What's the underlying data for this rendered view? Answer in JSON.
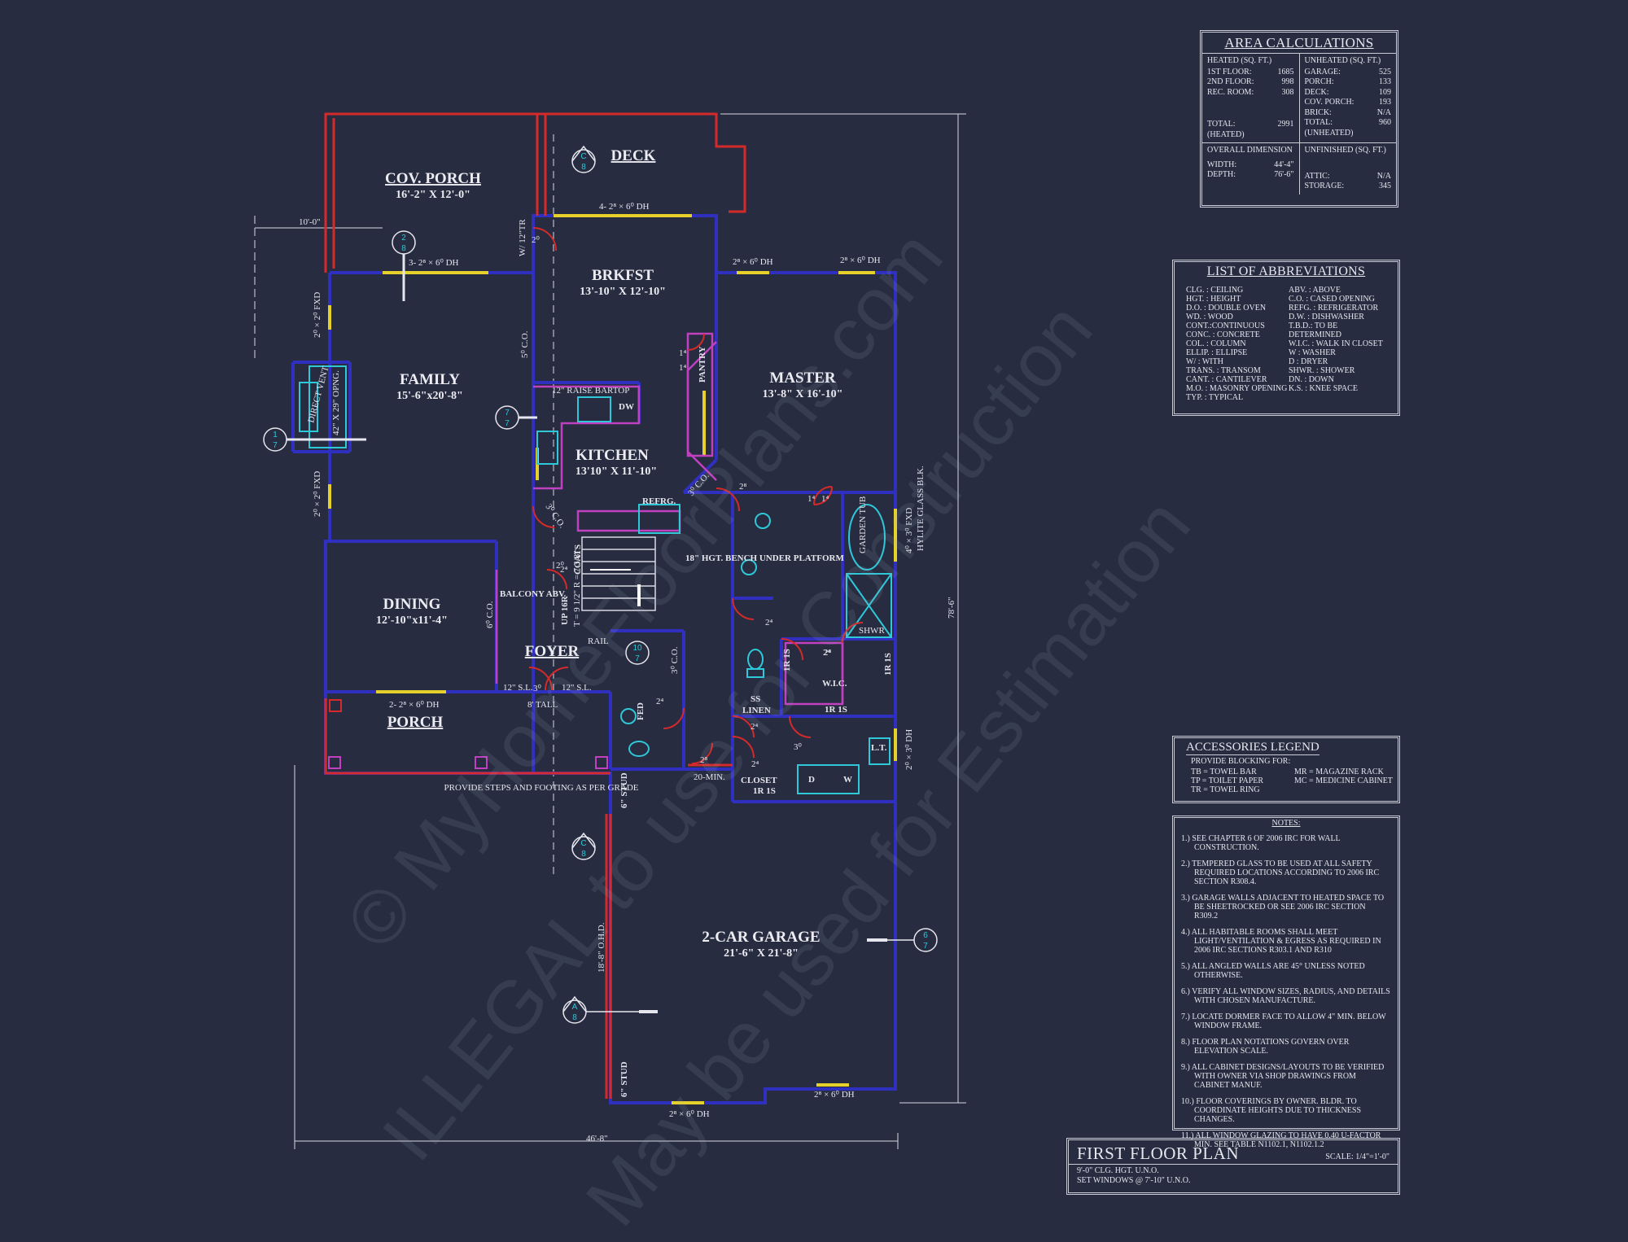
{
  "rooms": {
    "cov_porch": {
      "name": "COV. PORCH",
      "dim": "16'-2\" X 12'-0\""
    },
    "deck": {
      "name": "DECK"
    },
    "brkfst": {
      "name": "BRKFST",
      "dim": "13'-10\" X 12'-10\""
    },
    "family": {
      "name": "FAMILY",
      "dim": "15'-6\"x20'-8\""
    },
    "master": {
      "name": "MASTER",
      "dim": "13'-8\" X 16'-10\""
    },
    "kitchen": {
      "name": "KITCHEN",
      "dim": "13'10\" X 11'-10\""
    },
    "dining": {
      "name": "DINING",
      "dim": "12'-10\"x11'-4\""
    },
    "foyer": {
      "name": "FOYER"
    },
    "porch": {
      "name": "PORCH"
    },
    "garage": {
      "name": "2-CAR GARAGE",
      "dim": "21'-6\" X 21'-8\""
    }
  },
  "plan_labels": {
    "dim_10": "10'-0\"",
    "dim_46": "46'-8\"",
    "dim_78": "78'-6\"",
    "win_deck": "4- 2⁸ × 6⁰ DH",
    "win_family": "3- 2⁸ × 6⁰ DH",
    "win_brk1": "2⁸ × 6⁰ DH",
    "win_brk2": "2⁸ × 6⁰ DH",
    "w12tr": "W/ 12\"TR",
    "fxd1": "2⁰ × 2⁰ FXD",
    "fxd2": "2⁰ × 2⁰ FXD",
    "opng": "42\" X 29\" OPNG.",
    "direct_vent": "DIRECT VENT",
    "raise_bartop": "12\" RAISE BARTOP",
    "dw": "DW",
    "pantry": "PANTRY",
    "co5": "5⁰ C.O.",
    "co3a": "3⁰ C.O.",
    "co3b": "3⁰ C.O.",
    "co6": "6⁰ C.O.",
    "co3c": "3⁰ C.O.",
    "refrg": "REFRG.",
    "coats": "COATS",
    "bench": "18\" HGT. BENCH UNDER PLATFORM",
    "balcony": "BALCONY ABV.",
    "up": "UP 16R",
    "stair": "T = 9 1/2\" R = 7 3/8\"",
    "rail": "RAIL",
    "tall": "8' TALL",
    "sl1": "12\" S.L.",
    "sl2": "12\" S.L.",
    "win_porch": "2- 2⁸ × 6⁰ DH",
    "steps": "PROVIDE STEPS AND FOOTING AS PER GRADE",
    "fed": "FED",
    "min20": "20-MIN.",
    "closet": "CLOSET",
    "ir1": "1R 1S",
    "ir2": "1R 1S",
    "ir3": "1R 1S",
    "ir4": "1R 1S",
    "ss": "SS",
    "linen": "LINEN",
    "wic": "W.I.C.",
    "shwr": "SHWR",
    "garden": "GARDEN TUB",
    "hylite": "HYLITE GLASS BLK.",
    "fxd3": "4⁰ × 3⁰ FXD",
    "dh3": "2⁰ × 3⁰ DH",
    "lt": "L.T.",
    "d": "D",
    "w": "W",
    "stud1": "6\" STUD",
    "stud2": "6\" STUD",
    "ohd": "18'-8\" O.H.D.",
    "win_g1": "2⁸ × 6⁰ DH",
    "win_g2": "2⁸ × 6⁰ DH",
    "door_20a": "2⁰",
    "door_24a": "2⁴",
    "door_30": "3⁰",
    "door_28": "2⁸",
    "door_24b": "2⁴",
    "door_24c": "2⁴",
    "door_24d": "2⁴",
    "door_28b": "2⁸",
    "door_14a": "1⁴",
    "door_14b": "1⁴",
    "door_20b": "2⁰",
    "door_14c": "1⁴",
    "door_14d": "1⁴",
    "door_28c": "2⁸",
    "door_24e": "2⁴",
    "door_30b": "3⁰",
    "door_24f": "2⁴"
  },
  "markers": {
    "c8a": {
      "top": "C",
      "bottom": "8"
    },
    "b8": {
      "top": "2",
      "bottom": "8"
    },
    "a7": {
      "top": "1",
      "bottom": "7"
    },
    "f7": {
      "top": "7",
      "bottom": "7"
    },
    "t7": {
      "top": "10",
      "bottom": "7"
    },
    "c8b": {
      "top": "C",
      "bottom": "8"
    },
    "a8": {
      "top": "A",
      "bottom": "8"
    },
    "g7": {
      "top": "6",
      "bottom": "7"
    }
  },
  "area_calc": {
    "title": "AREA CALCULATIONS",
    "heated_header": "HEATED (SQ. FT.)",
    "unheated_header": "UNHEATED (SQ. FT.)",
    "heated": [
      {
        "label": "1ST FLOOR:",
        "value": "1685"
      },
      {
        "label": "2ND FLOOR:",
        "value": "998"
      },
      {
        "label": "REC. ROOM:",
        "value": "308"
      }
    ],
    "unheated": [
      {
        "label": "GARAGE:",
        "value": "525"
      },
      {
        "label": "PORCH:",
        "value": "133"
      },
      {
        "label": "DECK:",
        "value": "109"
      },
      {
        "label": "COV. PORCH:",
        "value": "193"
      },
      {
        "label": "BRICK:",
        "value": "N/A"
      }
    ],
    "total_heated_label": "TOTAL:",
    "total_heated_sub": "(HEATED)",
    "total_heated_value": "2991",
    "total_unheated_label": "TOTAL:",
    "total_unheated_sub": "(UNHEATED)",
    "total_unheated_value": "960",
    "overall_header": "OVERALL DIMENSION",
    "width_label": "WIDTH:",
    "width_value": "44'-4\"",
    "depth_label": "DEPTH:",
    "depth_value": "76'-6\"",
    "unfinished_header": "UNFINISHED (SQ. FT.)",
    "attic_label": "ATTIC:",
    "attic_value": "N/A",
    "storage_label": "STORAGE:",
    "storage_value": "345"
  },
  "abbreviations": {
    "title": "LIST OF ABBREVIATIONS",
    "col1": [
      "CLG. : CEILING",
      "HGT. : HEIGHT",
      "D.O. : DOUBLE OVEN",
      "WD. : WOOD",
      "CONT.:CONTINUOUS",
      "CONC. : CONCRETE",
      "COL. : COLUMN",
      "ELLIP. : ELLIPSE",
      "W/ : WITH",
      "TRANS. : TRANSOM",
      "CANT. : CANTILEVER",
      "M.O. : MASONRY OPENING",
      "TYP. : TYPICAL"
    ],
    "col2": [
      "ABV. : ABOVE",
      "C.O. : CASED OPENING",
      "REFG. : REFRIGERATOR",
      "D.W. : DISHWASHER",
      "T.B.D.: TO BE DETERMINED",
      "W.I.C. : WALK IN CLOSET",
      "W : WASHER",
      "D : DRYER",
      "SHWR. : SHOWER",
      "DN. : DOWN",
      "K.S. : KNEE SPACE"
    ]
  },
  "accessories": {
    "title": "ACCESSORIES LEGEND",
    "subtitle": "PROVIDE BLOCKING FOR:",
    "col1": [
      "TB = TOWEL BAR",
      "TP = TOILET PAPER",
      "TR = TOWEL RING"
    ],
    "col2": [
      "MR = MAGAZINE RACK",
      "MC = MEDICINE CABINET"
    ]
  },
  "notes": {
    "title": "NOTES:",
    "items": [
      "1.) SEE CHAPTER 6 OF 2006 IRC FOR WALL CONSTRUCTION.",
      "2.) TEMPERED GLASS TO BE USED AT ALL SAFETY REQUIRED LOCATIONS ACCORDING TO 2006 IRC SECTION R308.4.",
      "3.) GARAGE WALLS ADJACENT TO HEATED SPACE TO BE SHEETROCKED OR SEE 2006 IRC SECTION R309.2",
      "4.) ALL HABITABLE ROOMS SHALL MEET LIGHT/VENTILATION & EGRESS AS REQUIRED IN 2006 IRC SECTIONS R303.1 AND R310",
      "5.) ALL ANGLED WALLS ARE 45° UNLESS NOTED OTHERWISE.",
      "6.) VERIFY ALL WINDOW SIZES, RADIUS, AND DETAILS WITH CHOSEN MANUFACTURE.",
      "7.) LOCATE DORMER FACE TO ALLOW 4\" MIN. BELOW WINDOW FRAME.",
      "8.) FLOOR PLAN NOTATIONS GOVERN OVER ELEVATION SCALE.",
      "9.) ALL CABINET DESIGNS/LAYOUTS TO BE VERIFIED WITH OWNER VIA SHOP DRAWINGS FROM CABINET MANUF.",
      "10.) FLOOR COVERINGS BY OWNER. BLDR. TO COORDINATE HEIGHTS DUE TO THICKNESS CHANGES.",
      "11.) ALL WINDOW GLAZING TO HAVE 0.40 U-FACTOR MIN. SEE TABLE N1102.1, N1102.1.2"
    ]
  },
  "title_block": {
    "title": "FIRST FLOOR PLAN",
    "scale": "SCALE: 1/4\"=1'-0\"",
    "line1": "9'-0\" CLG. HGT. U.N.O.",
    "line2": "SET WINDOWS @ 7'-10\" U.N.O."
  },
  "watermarks": {
    "w1": "© MyHomeFloorPlans.com",
    "w2": "ILLEGAL to use for Construction",
    "w3": "May be used for Estimation"
  },
  "colors": {
    "background": "#272c40",
    "wall_blue": "#3030c0",
    "wall_red": "#d42a2a",
    "window_yellow": "#e6d02a",
    "fixture_cyan": "#2ec8d8",
    "cabinet_magenta": "#c040c0",
    "text": "#ececf2"
  }
}
